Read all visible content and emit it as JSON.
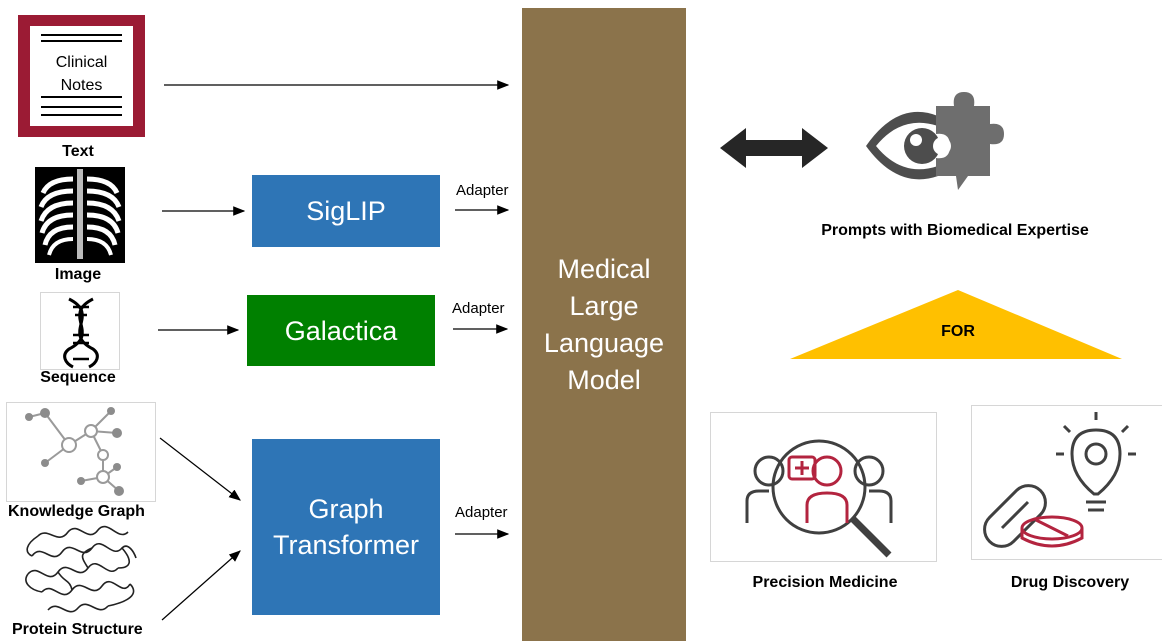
{
  "inputs": {
    "text": {
      "doc_line1": "Clinical",
      "doc_line2": "Notes",
      "label": "Text"
    },
    "image": {
      "label": "Image"
    },
    "sequence": {
      "label": "Sequence"
    },
    "knowledge_graph": {
      "label": "Knowledge Graph"
    },
    "protein": {
      "label": "Protein Structure"
    }
  },
  "encoders": {
    "siglip": {
      "label": "SigLIP",
      "color": "#2e75b6"
    },
    "galactica": {
      "label": "Galactica",
      "color": "#008000"
    },
    "graph": {
      "line1": "Graph",
      "line2": "Transformer",
      "color": "#2e75b6"
    }
  },
  "adapters": [
    "Adapter",
    "Adapter",
    "Adapter"
  ],
  "llm": {
    "line1": "Medical",
    "line2": "Large",
    "line3": "Language",
    "line4": "Model",
    "color": "#8b734b"
  },
  "right": {
    "prompts_label": "Prompts with Biomedical Expertise",
    "for_label": "FOR",
    "for_color": "#ffc000",
    "precision_label": "Precision Medicine",
    "drug_label": "Drug Discovery"
  },
  "icons": [
    "clinical-notes-icon",
    "chest-xray-icon",
    "dna-icon",
    "knowledge-graph-icon",
    "protein-structure-icon",
    "eye-puzzle-icon",
    "precision-medicine-icon",
    "drug-discovery-icon",
    "bidirectional-arrow-icon"
  ]
}
